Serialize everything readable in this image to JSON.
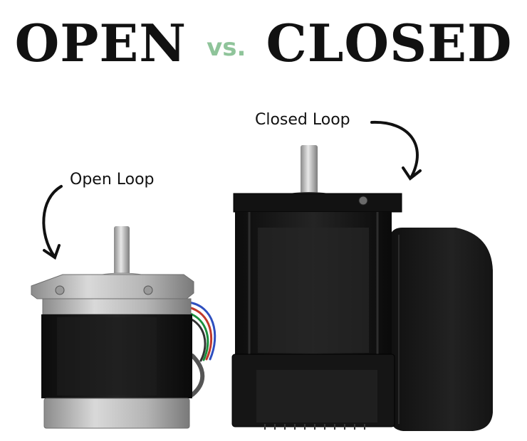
{
  "headline": {
    "left": "OPEN",
    "separator": "vs.",
    "right": "CLOSED"
  },
  "labels": {
    "closed_loop": "Closed Loop",
    "open_loop": "Open Loop"
  },
  "colors": {
    "headline_text": "#111111",
    "separator_text": "#8fc49a",
    "background": "#ffffff"
  }
}
